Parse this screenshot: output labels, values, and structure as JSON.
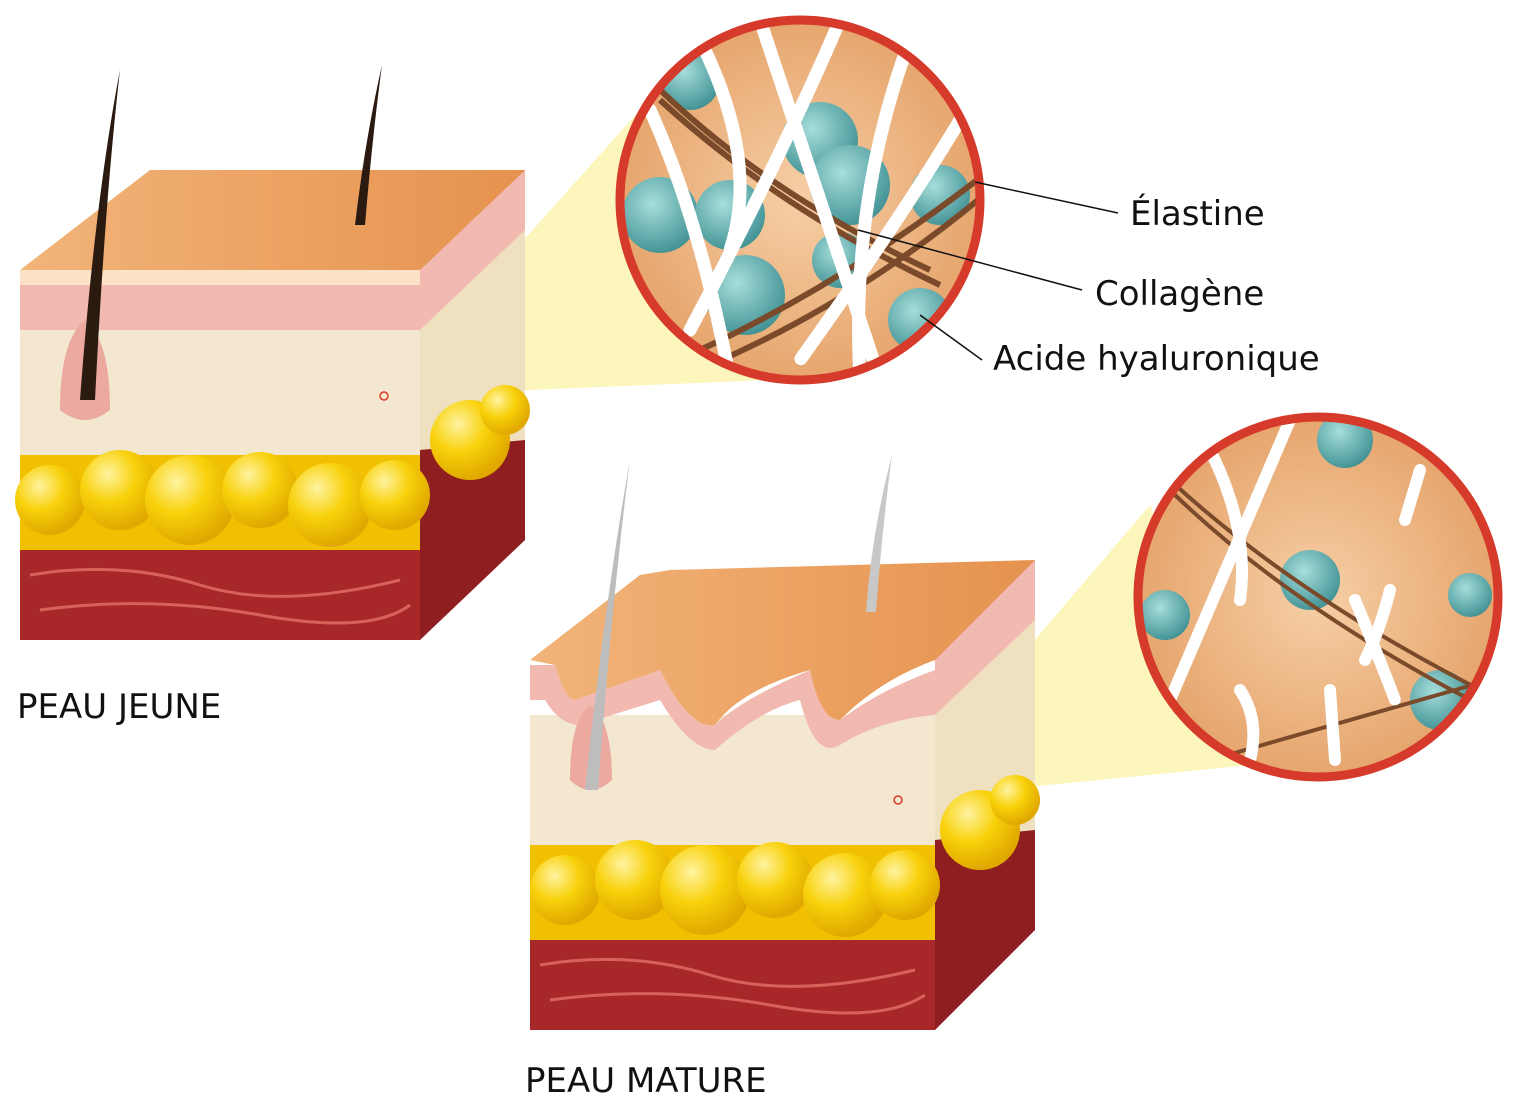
{
  "labels": {
    "elastin": "Élastine",
    "collagen": "Collagène",
    "hyaluronic_acid": "Acide hyaluronique"
  },
  "captions": {
    "young_skin": "PEAU JEUNE",
    "mature_skin": "PEAU MATURE"
  },
  "colors": {
    "epidermis_top": "#E9A060",
    "epidermis_pink": "#F2B9B0",
    "dermis": "#F3E8CF",
    "fat": "#F6C800",
    "muscle": "#A8282A",
    "circle_border": "#D63A2A",
    "circle_bg": "#E9B07A",
    "hyaluronic": "#5FB3B3",
    "collagen": "#FFFFFF",
    "elastin": "#8B5A33",
    "zoom_cone": "#FBF5B0"
  }
}
